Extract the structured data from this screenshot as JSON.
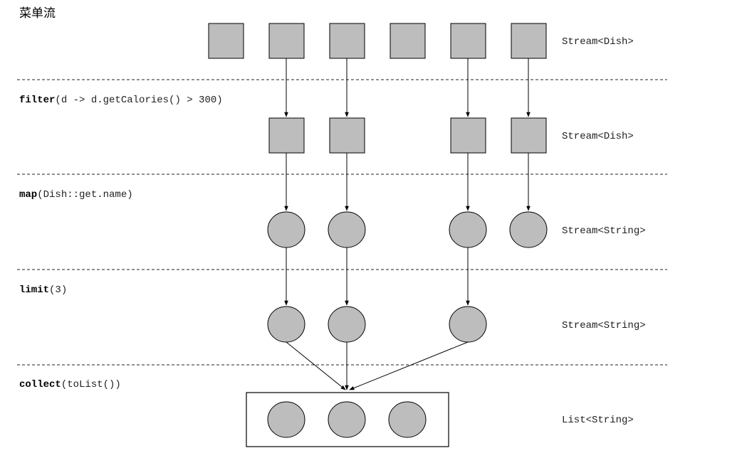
{
  "title": "菜单流",
  "stages": [
    {
      "stream_type": "Stream<Dish>"
    },
    {
      "operation": "filter",
      "argument": "(d -> d.getCalories() > 300)",
      "stream_type": "Stream<Dish>"
    },
    {
      "operation": "map",
      "argument": "(Dish::get.name)",
      "stream_type": "Stream<String>"
    },
    {
      "operation": "limit",
      "argument": "(3)",
      "stream_type": "Stream<String>"
    },
    {
      "operation": "collect",
      "argument": "(toList())",
      "stream_type": "List<String>"
    }
  ],
  "colors": {
    "element_fill": "#bdbdbd",
    "stroke": "#000000"
  }
}
